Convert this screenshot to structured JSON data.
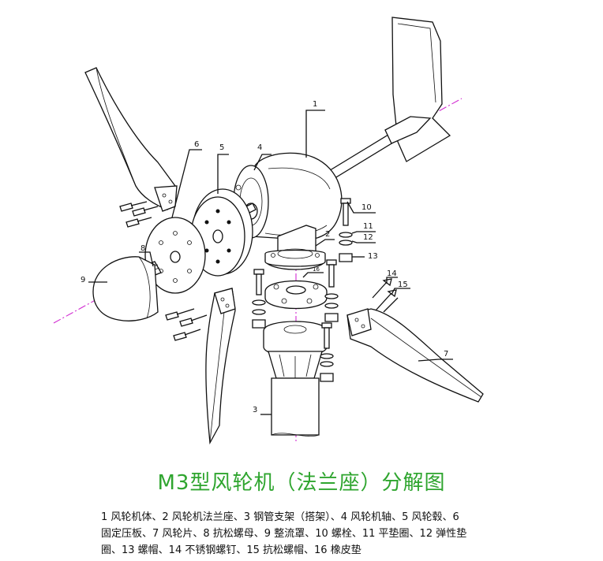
{
  "title": "M3型风轮机（法兰座）分解图",
  "callouts": {
    "c1": "1",
    "c2": "2",
    "c3": "3",
    "c4": "4",
    "c5": "5",
    "c6": "6",
    "c7": "7",
    "c8": "8",
    "c9": "9",
    "c10": "10",
    "c11": "11",
    "c12": "12",
    "c13": "13",
    "c14": "14",
    "c15": "15",
    "c16": "16"
  },
  "legend": {
    "line1": "1  风轮机体、2  风轮机法兰座、3  钢管支架（搭架）、4  风轮机轴、5  风轮毂、6",
    "line2": "固定压板、7  风轮片、8  抗松螺母、9  整流罩、10  螺栓、11  平垫圈、12  弹性垫",
    "line3": "圈、13  螺帽、14  不锈钢螺钉、15  抗松螺帽、16  橡皮垫"
  },
  "colors": {
    "title": "#2fa52f",
    "axis": "#d12bd1",
    "line": "#111111"
  }
}
